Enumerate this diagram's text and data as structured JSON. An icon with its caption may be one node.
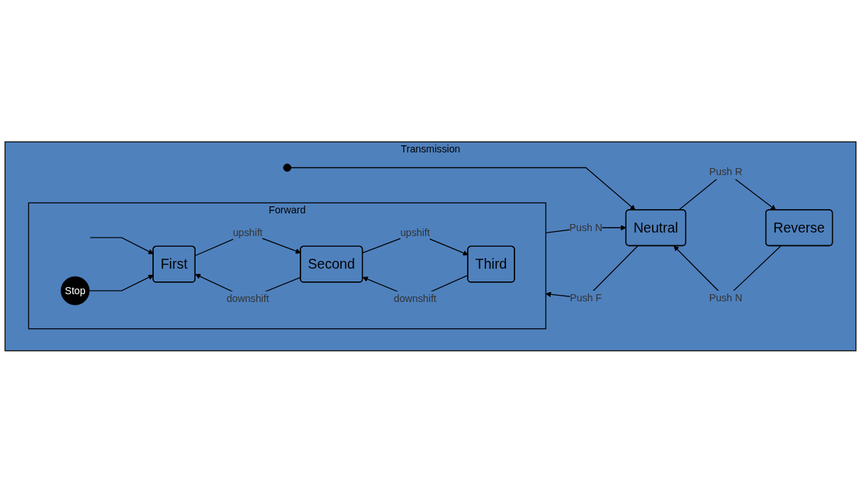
{
  "diagram": {
    "nodes": [
      {
        "text": [
          "Transmission"
        ]
      },
      {
        "text": [],
        "shape": "circle",
        "in": 0
      },
      {
        "text": [
          "Neutral"
        ],
        "in": 0
      },
      {
        "text": [
          "Reverse"
        ],
        "in": 0
      },
      {
        "text": [
          "Forward"
        ],
        "in": 0
      },
      {
        "text": [
          "Stop"
        ],
        "in": 4
      },
      {
        "text": [
          "First"
        ],
        "in": 4
      },
      {
        "text": [
          "Second"
        ],
        "in": 4
      },
      {
        "text": [
          "Third"
        ],
        "in": 4
      }
    ],
    "edges": [
      {
        "from": 1,
        "to": 2,
        "arrow": "to"
      },
      {
        "from": 2,
        "to": 3,
        "arrow": "to",
        "label": "Push R"
      },
      {
        "from": 3,
        "to": 2,
        "arrow": "to",
        "label": "Push N"
      },
      {
        "from": 2,
        "to": 4,
        "arrow": "to",
        "label": "Push F"
      },
      {
        "from": 4,
        "to": 2,
        "arrow": "to",
        "label": "Push N"
      },
      {
        "from": null,
        "to": 6,
        "arrow": "to"
      },
      {
        "from": 5,
        "to": 6,
        "arrow": "to"
      },
      {
        "from": 6,
        "to": 7,
        "arrow": "to",
        "label": "upshift"
      },
      {
        "from": 7,
        "to": 6,
        "arrow": "to",
        "label": "downshift"
      },
      {
        "from": 7,
        "to": 8,
        "arrow": "to",
        "label": "upshift"
      },
      {
        "from": 8,
        "to": 7,
        "arrow": "to",
        "label": "downshift"
      }
    ]
  }
}
